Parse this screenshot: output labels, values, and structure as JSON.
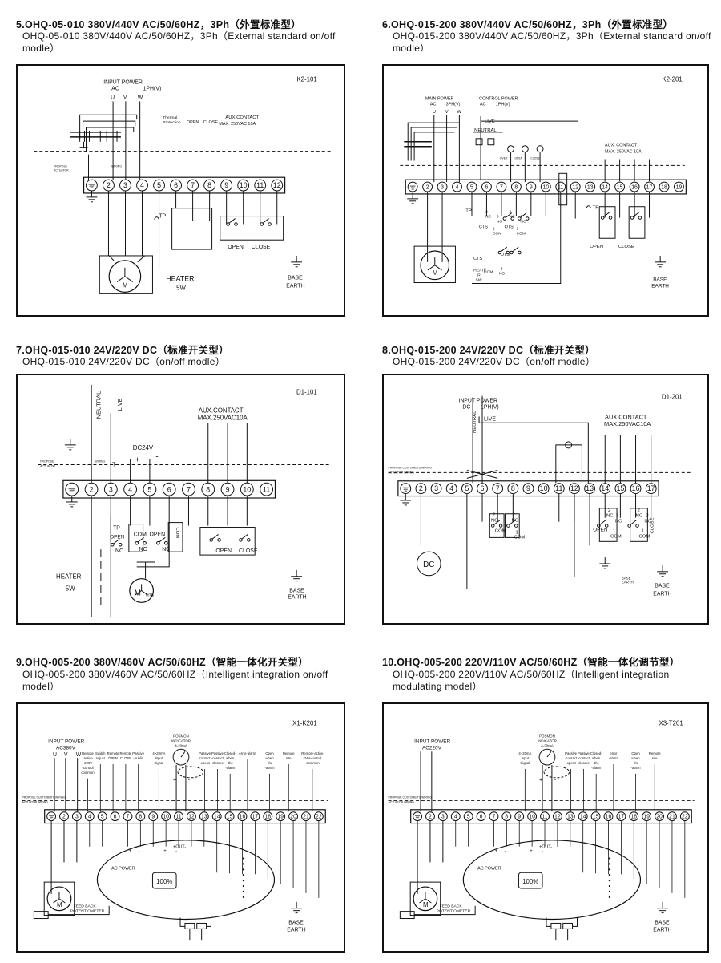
{
  "sections": [
    {
      "title": "5.OHQ-05-010 380V/440V AC/50/60HZ，3Ph（外置标准型）",
      "subtitle": "OHQ-05-010 380V/440V AC/50/60HZ，3Ph（External standard on/off modle）",
      "code": "K2-101",
      "terminal_count": 12,
      "labels": {
        "input_power": "INPUT POWER",
        "ac": "AC",
        "phase": "1PH(V)",
        "u": "U",
        "v": "V",
        "w": "W",
        "thermal": "Thermal Protection",
        "open_hdr": "OPEN",
        "close_hdr": "CLOSE",
        "aux": "AUX.CONTACT",
        "aux_rating": "MAX. 250VAC 10A",
        "tp": "TP",
        "open": "OPEN",
        "close": "CLOSE",
        "heater": "HEATER",
        "heater_w": "5W",
        "base": "BASE",
        "earth": "EARTH",
        "m": "M",
        "propose": "PROPOSE",
        "actuator": "ACTUATOR",
        "wiring": "WIRING"
      }
    },
    {
      "title": "6.OHQ-015-200 380V/440V AC/50/60HZ，3Ph（外置标准型）",
      "subtitle": "OHQ-015-200 380V/440V AC/50/60HZ，3Ph（External standard on/off modle）",
      "code": "K2-201",
      "terminal_count": 19,
      "labels": {
        "main_power": "MAIN POWER",
        "ac": "AC",
        "phase3": "3PH(V)",
        "control_power": "CONTROL POWER",
        "phase1": "1PH(V)",
        "u": "U",
        "v": "V",
        "w": "W",
        "live": "LIVE",
        "neutral": "NEUTRAL",
        "aux": "AUX. CONTACT",
        "aux_rating": "MAX. 250VAC 10A",
        "tp": "TP",
        "nc": "NC",
        "no": "NO",
        "com": "COM",
        "cts": "CTS",
        "ots": "OTS",
        "heater": "HEATE R 5W",
        "open": "OPEN",
        "close": "CLOSE",
        "base": "BASE",
        "earth": "EARTH",
        "m": "M"
      }
    },
    {
      "title": "7.OHQ-015-010 24V/220V DC（标准开关型）",
      "subtitle": "OHQ-015-010 24V/220V DC（on/off modle）",
      "code": "D1-101",
      "terminal_count": 11,
      "labels": {
        "neutral": "NEUTRAL",
        "live": "LIVE",
        "dc24": "DC24V",
        "plus": "+",
        "minus": "-",
        "aux": "AUX.CONTACT",
        "aux_rating": "MAX.250VAC10A",
        "tp": "TP",
        "open": "OPEN",
        "close": "CLOSE",
        "com": "COM",
        "nc": "NC",
        "no": "NO",
        "heater": "HEATER",
        "heater_w": "5W",
        "mtb": "MTB",
        "base": "BASE",
        "earth": "EARTH",
        "m": "M",
        "t": "T"
      }
    },
    {
      "title": "8.OHQ-015-200 24V/220V DC（标准开关型）",
      "subtitle": "OHQ-015-200 24V/220V DC（on/off modle）",
      "code": "D1-201",
      "terminal_count": 17,
      "labels": {
        "input_power": "INPUT POWER",
        "dc": "DC",
        "phase1": "1PH(V)",
        "live": "LIVE",
        "neutral": "NEUTRAL",
        "aux": "AUX.CONTACT",
        "aux_rating": "MAX.250VAC10A",
        "nc": "NC",
        "no": "NO",
        "com": "COM",
        "open": "OPEN",
        "close": "CLOSE",
        "dc_motor": "DC",
        "base": "BASE",
        "earth": "EARTH"
      }
    },
    {
      "title": "9.OHQ-005-200 380V/460V AC/50/60HZ（智能一体化开关型）",
      "subtitle": "OHQ-005-200 380V/460V AC/50/60HZ（Intelligent integration on/off model）",
      "code": "X1-K201",
      "terminal_count": 22,
      "labels": {
        "input_power": "INPUT POWER",
        "ac": "AC380V",
        "u": "U",
        "v": "V",
        "w": "W",
        "posmon": "POSMON INDICATOR 4-20mA",
        "ac_power": "AC POWER",
        "pct": "100%",
        "feedback": "FEED BACK POTENTIOMETER",
        "out": "+OUT-",
        "base": "BASE",
        "earth": "EARTH",
        "m": "M",
        "notes": [
          "Remote -active -220V -control common",
          "Switch adjust",
          "Remote OPEN",
          "Remote CLOSE",
          "Passive -public",
          "4~20mA Input Signal",
          "Passive contact -opens",
          "Passive -contact -closure",
          "Closed- when -the -alarm",
          "error-alarm",
          "Open when -the -alarm",
          "Remote site",
          "Remote-active -24V-control -common"
        ]
      }
    },
    {
      "title": "10.OHQ-005-200 220V/110V AC/50/60HZ（智能一体化调节型）",
      "subtitle": "OHQ-005-200 220V/110V AC/50/60HZ（Intelligent integration modulating model）",
      "code": "X3-T201",
      "terminal_count": 22,
      "labels": {
        "input_power": "INPUT POWER",
        "ac": "AC220V",
        "posmon": "POSMON INDICATOR 4-20mA",
        "ac_power": "AC POWER",
        "pct": "100%",
        "feedback": "FEED BACK POTENTIOMETER",
        "out": "+OUT-",
        "base": "BASE",
        "earth": "EARTH",
        "m": "M",
        "notes": [
          "4~20mA Input Signal",
          "Passive -contact -opens",
          "Passive -contact -closure",
          "Closed- when -the -alarm",
          "error -alarm",
          "Open when -the -alarm",
          "Remote site"
        ]
      }
    }
  ]
}
